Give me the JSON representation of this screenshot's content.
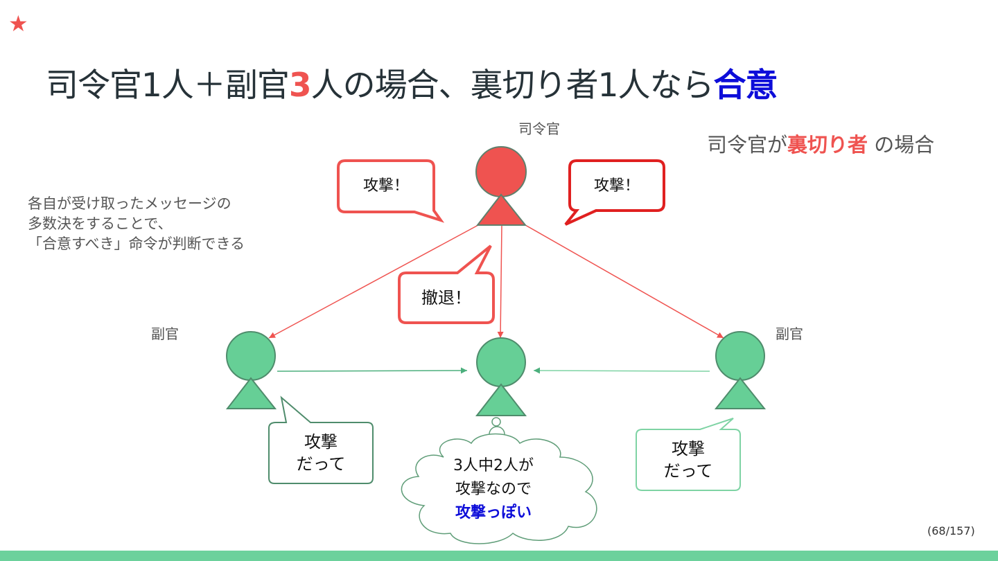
{
  "title": {
    "part1": "司令官1人＋副官",
    "num": "3",
    "part2": "人の場合、裏切り者1人なら",
    "highlight": "合意"
  },
  "case_label": {
    "part1": "司令官が",
    "highlight": "裏切り者",
    "part2": " の場合"
  },
  "note": {
    "lines": [
      "各自が受け取ったメッセージの",
      "多数決をすることで、",
      "「合意すべき」命令が判断できる"
    ]
  },
  "labels": {
    "commander": "司令官",
    "lieutenant_left": "副官",
    "lieutenant_right": "副官"
  },
  "bubbles": {
    "cmd_left": "攻撃！",
    "cmd_right": "攻撃！",
    "cmd_center": "撤退！",
    "lt_left": [
      "攻撃",
      "だって"
    ],
    "lt_right": [
      "攻撃",
      "だって"
    ]
  },
  "thought": {
    "line1": "3人中2人が",
    "line2": "攻撃なので",
    "highlight": "攻撃っぽい"
  },
  "page_number": "(68/157)",
  "colors": {
    "red": "#ef5350",
    "green": "#66cf96",
    "blue": "#0d0dd9",
    "bar": "#6cd19c"
  }
}
